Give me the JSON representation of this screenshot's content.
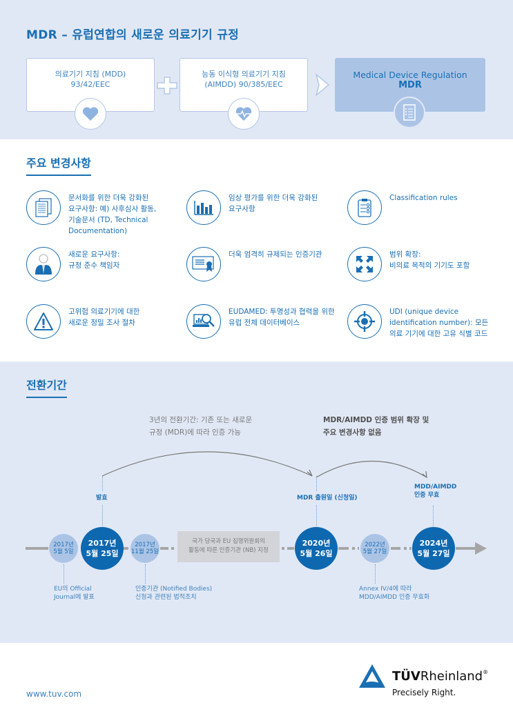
{
  "header": {
    "title": "MDR – 유럽연합의 새로운 의료기기 규정",
    "boxes": [
      {
        "line1": "의료기기 지침 (MDD)",
        "line2": "93/42/EEC",
        "icon": "heart-icon"
      },
      {
        "line1": "능동 이식형 의료기기 지침",
        "line2": "(AIMDD) 90/385/EEC",
        "icon": "heartbeat-icon"
      },
      {
        "line1": "Medical Device Regulation",
        "line2": "MDR",
        "icon": "checklist-icon"
      }
    ],
    "plus_symbol": "plus-icon",
    "arrow_symbol": "chevron-right-icon"
  },
  "changes": {
    "title": "주요 변경사항",
    "items": [
      {
        "icon": "documents-icon",
        "text": "문서화를 위한 더욱 강화된\n요구사항: 예) 사후심사 활동,\n기술문서 (TD, Technical\nDocumentation)"
      },
      {
        "icon": "bar-chart-icon",
        "text": "임상 평가를 위한 더욱 강화된\n요구사항"
      },
      {
        "icon": "clipboard-rules-icon",
        "text": "Classification rules"
      },
      {
        "icon": "person-icon",
        "text": "새로운 요구사항:\n규정 준수 책임자"
      },
      {
        "icon": "certificate-icon",
        "text": "더욱 엄격히 규제되는 인증기관"
      },
      {
        "icon": "expand-arrows-icon",
        "text": "범위 확장:\n비의료 목적의 기기도 포함"
      },
      {
        "icon": "warning-icon",
        "text": "고위험 의료기기에 대한\n새로운 정밀 조사 절차"
      },
      {
        "icon": "laptop-search-icon",
        "text": "EUDAMED: 투명성과 협력을 위한\n유럽 전체 데이터베이스"
      },
      {
        "icon": "target-icon",
        "text": "UDI (unique device\nidentification number): 모든\n의료 기기에 대한 고유 식별 코드"
      }
    ]
  },
  "transition": {
    "title": "전환기간",
    "note_left": "3년의 전환기간: 기존 또는 새로운\n규정 (MDR)에 따라 인증 가능",
    "note_right": "MDR/AIMDD 인증 범위 확장 및\n주요 변경사항 없음",
    "labels": {
      "enforce": "발효",
      "apply": "MDR 출원일 (신청일)",
      "void": "MDD/AIMDD\n인증 무효"
    },
    "dates": [
      {
        "year": "2017년",
        "day": "5월 5일",
        "type": "small"
      },
      {
        "year": "2017년",
        "day": "5월 25일",
        "type": "big"
      },
      {
        "year": "2017년",
        "day": "11월 25일",
        "type": "small"
      },
      {
        "year": "2020년",
        "day": "5월 26일",
        "type": "big"
      },
      {
        "year": "2022년",
        "day": "5월 27일",
        "type": "small"
      },
      {
        "year": "2024년",
        "day": "5월 27일",
        "type": "big"
      }
    ],
    "nb_box": "국가 당국과 EU 집행위원회의\n활동에 따른 인증기관 (NB) 지정",
    "subnotes": {
      "journal": "EU의 Official\nJournal에 발표",
      "nb": "인증기관 (Notified Bodies)\n신청과 관련된 법적조치",
      "annex": "Annex IV/4에 따라\nMDD/AIMDD 인증 무효화"
    }
  },
  "footer": {
    "url": "www.tuv.com",
    "brand_bold": "TÜV",
    "brand_rest": "Rheinland",
    "registered": "®",
    "tagline": "Precisely Right."
  },
  "colors": {
    "primary": "#1a6fb3",
    "dark_blue": "#0e68b0",
    "light_blue": "#abc4e6",
    "section_bg": "#e1e8f5",
    "grey_box": "#d2d4d8"
  }
}
